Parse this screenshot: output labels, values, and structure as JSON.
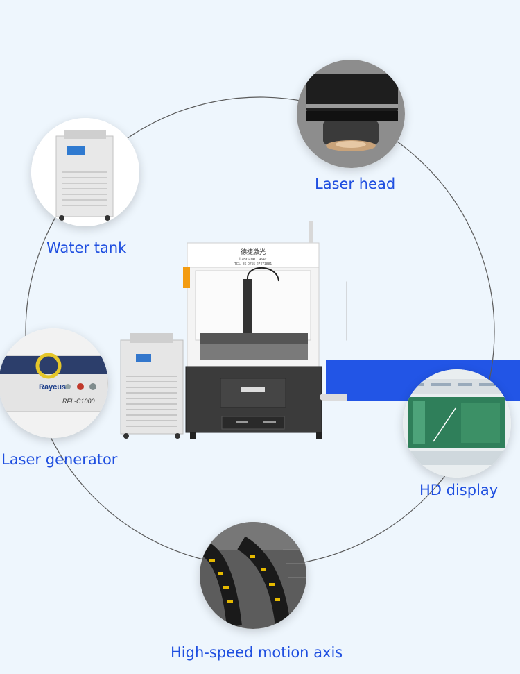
{
  "labels": {
    "laser_head": "Laser head",
    "water_tank": "Water tank",
    "laser_generator": "Laser generator",
    "hd_display": "HD display",
    "motion_axis": "High-speed motion axis"
  },
  "machine_text": {
    "brand_cn": "德捷激光",
    "brand_en": "Lasriane Laser",
    "tel": "TEL: 86-0755-27471881"
  },
  "generator_text": {
    "brand": "Raycus",
    "model": "RFL-C1000"
  },
  "colors": {
    "accent": "#1f4fe0",
    "band": "#2255e6",
    "background": "#eef6fd"
  }
}
